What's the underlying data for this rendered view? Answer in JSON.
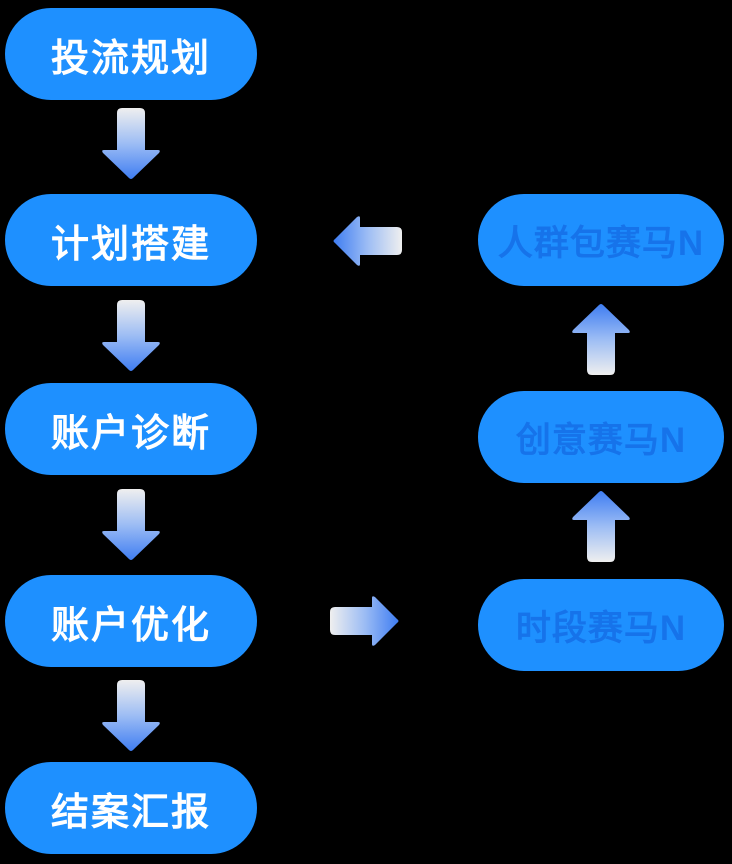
{
  "colors": {
    "background": "#000000",
    "node_fill": "#1E90FF",
    "main_text": "#FFFFFF",
    "side_text": "#1673EA",
    "arrow_light": "#EFEFEF",
    "arrow_mid": "#9DBDF4",
    "arrow_blue": "#3F7DF2"
  },
  "flow": {
    "main_steps": [
      {
        "label": "投流规划"
      },
      {
        "label": "计划搭建"
      },
      {
        "label": "账户诊断"
      },
      {
        "label": "账户优化"
      },
      {
        "label": "结案汇报"
      }
    ],
    "side_steps": [
      {
        "label": "人群包赛马N"
      },
      {
        "label": "创意赛马N"
      },
      {
        "label": "时段赛马N"
      }
    ],
    "connections": [
      {
        "from": "投流规划",
        "to": "计划搭建",
        "direction": "down"
      },
      {
        "from": "计划搭建",
        "to": "账户诊断",
        "direction": "down"
      },
      {
        "from": "账户诊断",
        "to": "账户优化",
        "direction": "down"
      },
      {
        "from": "账户优化",
        "to": "结案汇报",
        "direction": "down"
      },
      {
        "from": "账户优化",
        "to": "时段赛马N",
        "direction": "right"
      },
      {
        "from": "时段赛马N",
        "to": "创意赛马N",
        "direction": "up"
      },
      {
        "from": "创意赛马N",
        "to": "人群包赛马N",
        "direction": "up"
      },
      {
        "from": "人群包赛马N",
        "to": "计划搭建",
        "direction": "left"
      }
    ]
  }
}
